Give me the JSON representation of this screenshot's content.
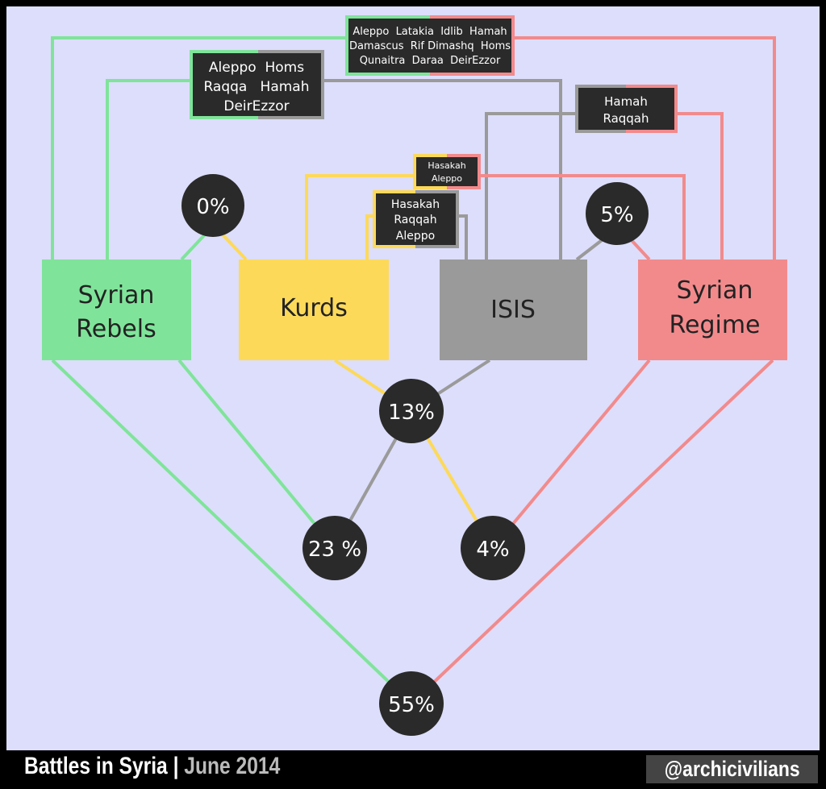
{
  "colors": {
    "background": "#dcdefb",
    "rebels": "#7fe49a",
    "kurds": "#fdd95a",
    "isis": "#9a9a9a",
    "regime": "#f28a8c",
    "node": "#2a2a2a"
  },
  "factions": {
    "rebels": [
      "Syrian",
      "Rebels"
    ],
    "kurds": "Kurds",
    "isis": "ISIS",
    "regime": [
      "Syrian",
      "Regime"
    ]
  },
  "shared_locations": {
    "rebels_regime": [
      "Aleppo  Latakia  Idlib  Hamah",
      "Damascus  Rif Dimashq  Homs",
      "Qunaitra  Daraa  DeirEzzor"
    ],
    "rebels_isis": [
      "Aleppo  Homs",
      "Raqqa   Hamah",
      "DeirEzzor"
    ],
    "isis_regime": [
      "Hamah",
      "Raqqah"
    ],
    "kurds_regime": [
      "Hasakah",
      "Aleppo"
    ],
    "kurds_isis": [
      "Hasakah",
      "Raqqah",
      "Aleppo"
    ]
  },
  "percentages": {
    "rebels_kurds": "0%",
    "isis_regime": "5%",
    "kurds_isis": "13%",
    "rebels_isis": "23 %",
    "kurds_regime": "4%",
    "rebels_regime": "55%"
  },
  "footer": {
    "title": "Battles in Syria |",
    "date": " June 2014",
    "handle": "@archicivilians"
  }
}
